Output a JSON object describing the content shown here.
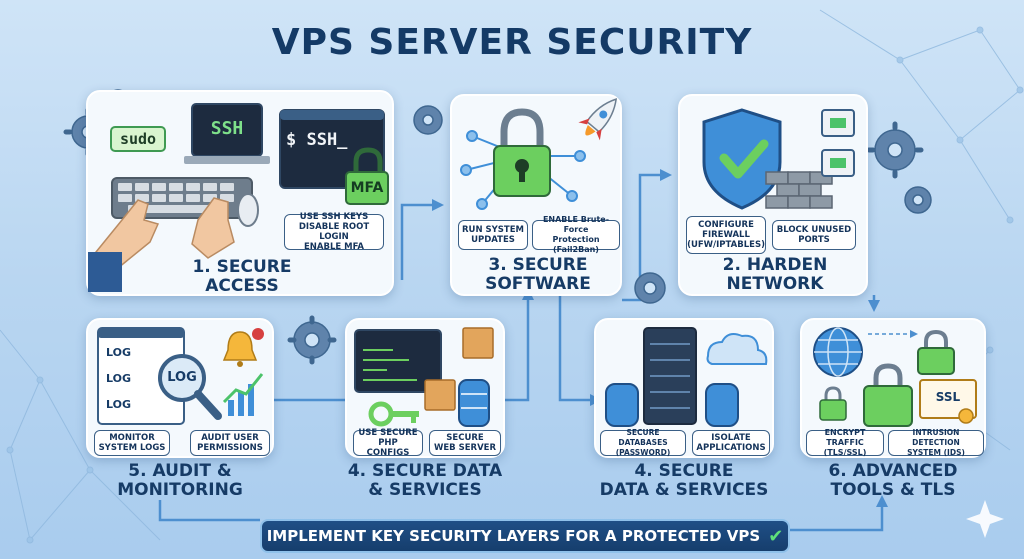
{
  "title": "VPS SERVER SECURITY",
  "colors": {
    "navy": "#163b66",
    "accent_green": "#4cc36a",
    "accent_blue": "#3f8fd8",
    "arrow": "#4d8fcf",
    "banner_bg": "#1f4f86"
  },
  "steps": {
    "access": {
      "label": "1. SECURE\nACCESS",
      "sudo": "sudo",
      "ssh_laptop": "SSH",
      "ssh_terminal": "$ SSH_",
      "mfa": "MFA",
      "tag": "USE SSH KEYS\nDISABLE ROOT LOGIN\nENABLE MFA"
    },
    "software": {
      "label": "3. SECURE\nSOFTWARE",
      "tag_left": "RUN SYSTEM\nUPDATES",
      "tag_right": "ENABLE Brute-Force\nProtection (Fail2Ban)"
    },
    "network": {
      "label": "2. HARDEN\nNETWORK",
      "tag_left": "CONFIGURE\nFIREWALL\n(UFW/IPTABLES)",
      "tag_right": "BLOCK UNUSED\nPORTS"
    },
    "audit": {
      "label": "5. AUDIT &\nMONITORING",
      "log1": "LOG",
      "log2": "LOG",
      "log3": "LOG",
      "log_magnified": "LOG",
      "tag_left": "MONITOR\nSYSTEM LOGS",
      "tag_right": "AUDIT USER\nPERMISSIONS"
    },
    "data_services": {
      "label": "4. SECURE DATA\n& SERVICES",
      "tag_left": "USE SECURE\nPHP CONFIGS",
      "tag_right": "SECURE\nWEB SERVER"
    },
    "data_services_2": {
      "label": "4. SECURE\nDATA & SERVICES",
      "tag_left": "SECURE DATABASES\n(PASSWORD)",
      "tag_right": "ISOLATE\nAPPLICATIONS"
    },
    "advanced": {
      "label": "6. ADVANCED\nTOOLS & TLS",
      "ssl": "SSL",
      "tag_left": "ENCRYPT TRAFFIC\n(TLS/SSL)",
      "tag_right": "INTRUSION DETECTION\nSYSTEM (IDS)"
    }
  },
  "banner": "IMPLEMENT KEY SECURITY LAYERS FOR A PROTECTED VPS"
}
